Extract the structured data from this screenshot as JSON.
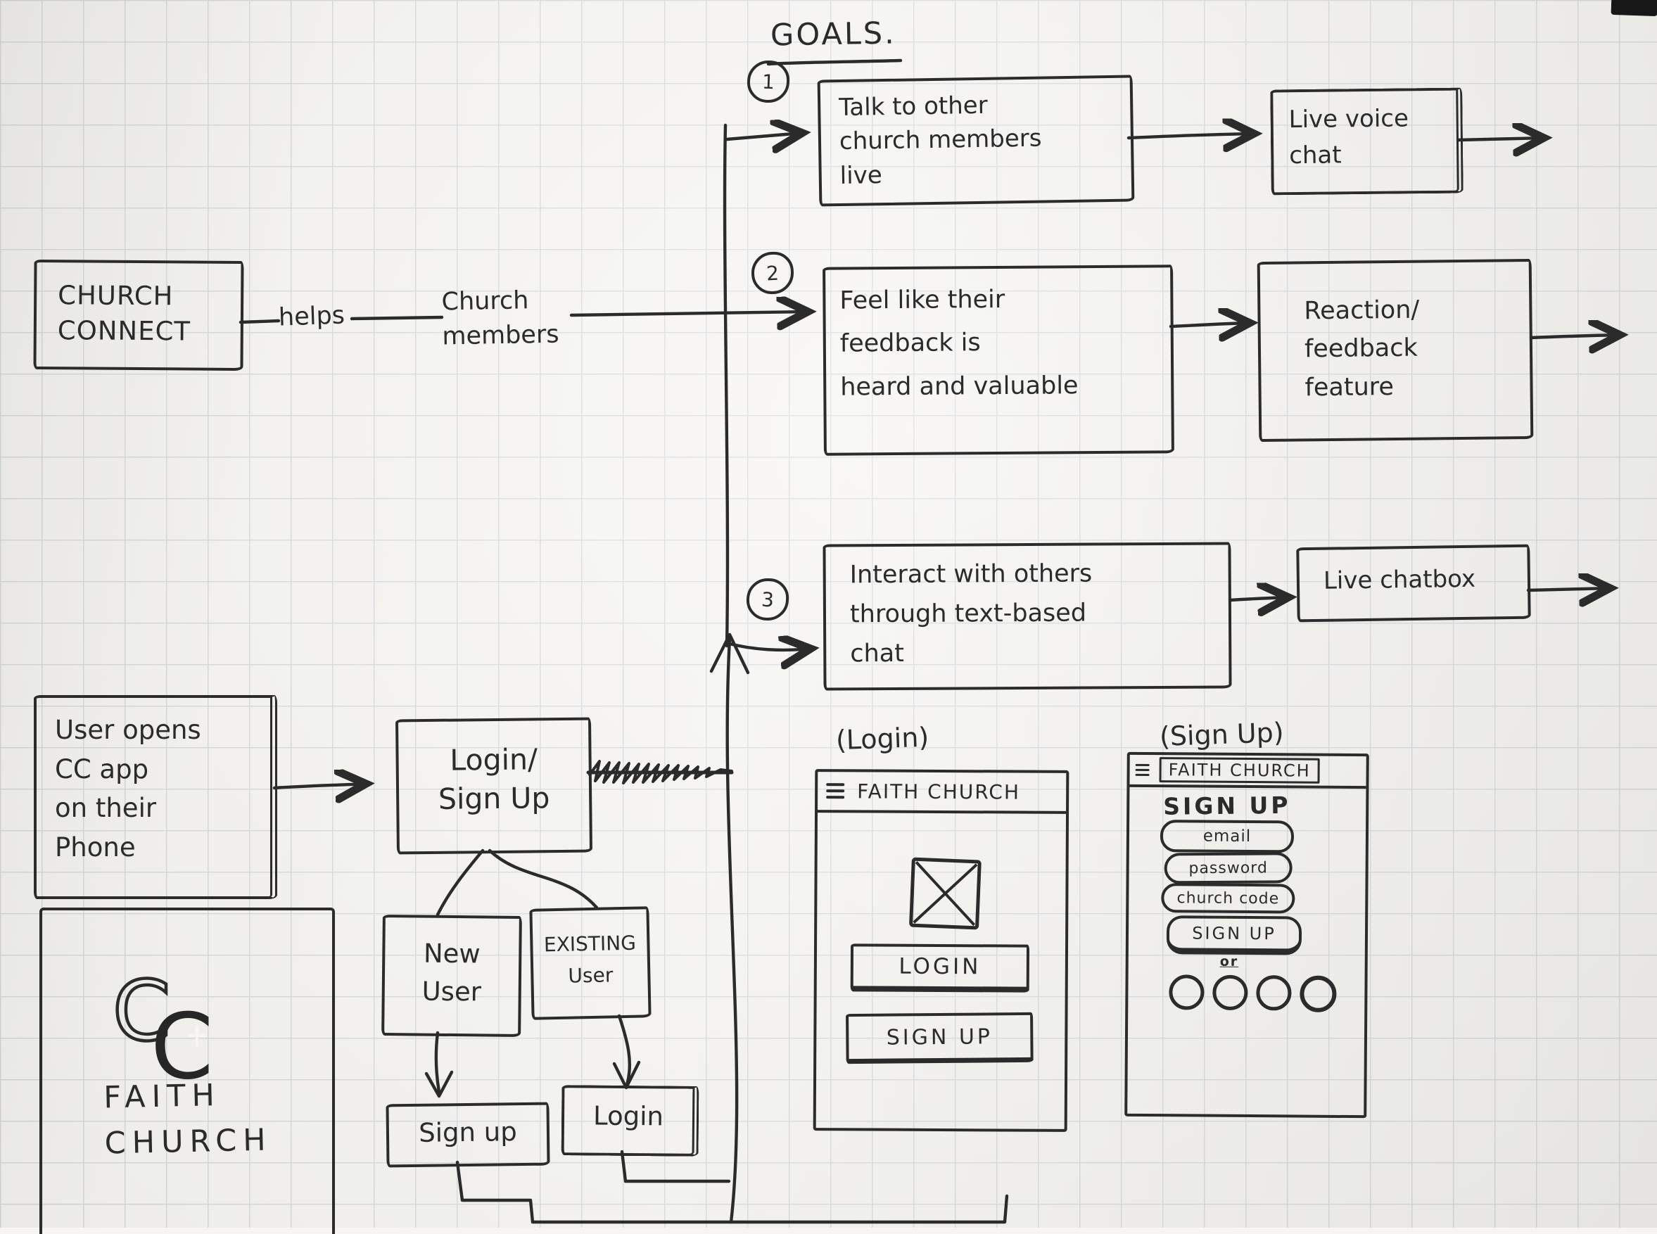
{
  "colors": {
    "ink": "#2b2b2b",
    "paper": "#f6f5f1",
    "grid": "#cdd2d7"
  },
  "title": "GOALS.",
  "subject": {
    "app": "CHURCH\nCONNECT",
    "relation": "helps",
    "audience": "Church\nmembers"
  },
  "goals": [
    {
      "num": "1",
      "need": "Talk to other\nchurch members\nlive",
      "feature": "Live voice\nchat"
    },
    {
      "num": "2",
      "need": "Feel like their\nfeedback is\nheard and valuable",
      "feature": "Reaction/\nfeedback\nfeature"
    },
    {
      "num": "3",
      "need": "Interact with others\nthrough text-based\nchat",
      "feature": "Live chatbox"
    }
  ],
  "user_flow": {
    "start": "User opens\nCC app\non their\nPhone",
    "gate": "Login/\nSign Up",
    "new_user": "New\nUser",
    "existing_user": "EXISTING\nUser",
    "signup_action": "Sign up",
    "login_action": "Login"
  },
  "church": {
    "logo_c1": "C",
    "logo_c2": "C",
    "name": "FAITH\nCHURCH"
  },
  "screens": {
    "login": {
      "label": "(Login)",
      "app_bar": "FAITH CHURCH",
      "login_button": "LOGIN",
      "signup_button": "SIGN UP"
    },
    "signup": {
      "label": "(Sign Up)",
      "app_bar": "FAITH CHURCH",
      "heading": "SIGN UP",
      "email_field": "email",
      "password_field": "password",
      "church_code_field": "church code",
      "signup_button": "SIGN UP",
      "divider": "or"
    }
  }
}
